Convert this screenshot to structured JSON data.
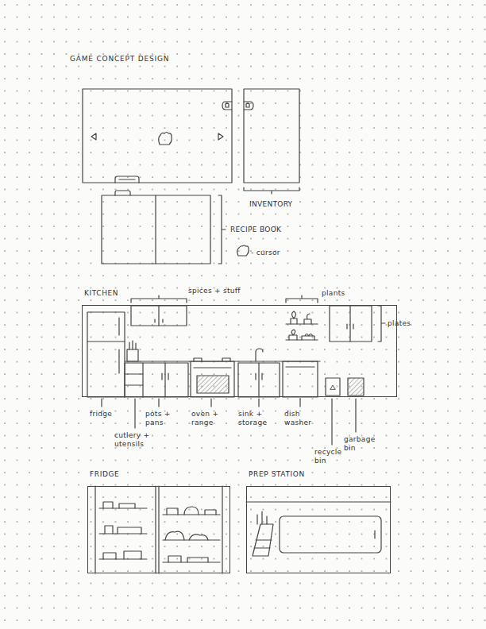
{
  "diagram": {
    "title": "GAME CONCEPT DESIGN",
    "nodes": [
      {
        "text": [
          "KITCHEN"
        ]
      },
      {
        "text": [
          "FRIDGE"
        ]
      },
      {
        "text": [
          "PREP STATION"
        ]
      }
    ],
    "labels": [
      "INVENTORY",
      "RECIPE BOOK",
      "- cursor",
      "spices + stuff",
      "plants",
      "plates",
      "fridge",
      "cutlery + utensils",
      "pots + pans",
      "oven + range",
      "sink + storage",
      "dish washer",
      "recycle bin",
      "garbage bin"
    ]
  }
}
